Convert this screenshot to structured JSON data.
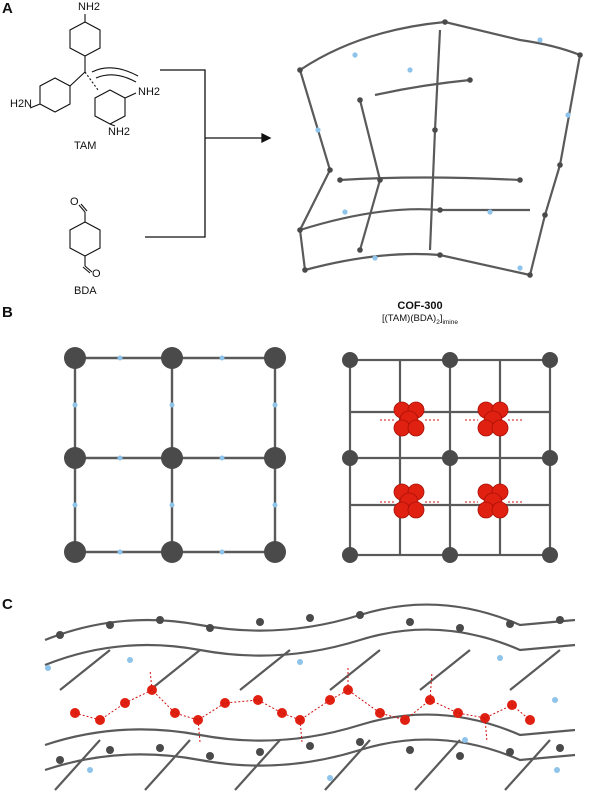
{
  "panels": [
    {
      "letter": "A"
    },
    {
      "letter": "B"
    },
    {
      "letter": "C"
    }
  ],
  "panel_a": {
    "tam_label": "TAM",
    "tam_amine_top": "NH2",
    "tam_amine_left": "H2N",
    "tam_amine_right": "NH2",
    "tam_amine_bottom": "NH2",
    "bda_label": "BDA",
    "bda_oxygen_top": "O",
    "bda_oxygen_bottom": "O",
    "product_name": "COF-300",
    "product_formula_main": "[(TAM)(BDA)",
    "product_formula_sub1": "2",
    "product_formula_close": "]",
    "product_formula_sub2": "imine"
  },
  "colors": {
    "carbon": "#4a4a4a",
    "bond": "#5a5a5a",
    "nitrogen": "#8ec3ea",
    "oxygen": "#e02010",
    "hbond": "#d01010"
  }
}
